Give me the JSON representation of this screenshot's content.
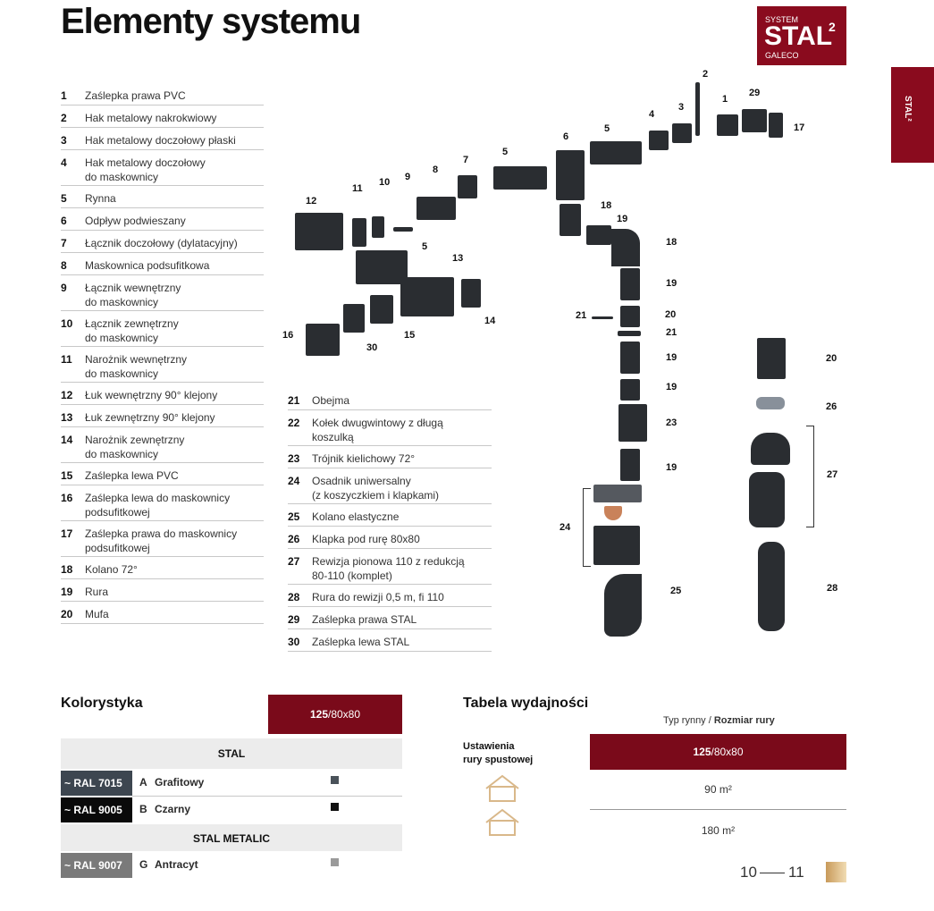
{
  "title": "Elementy systemu",
  "logo": {
    "system": "SYSTEM",
    "name": "STAL",
    "superscript": "2",
    "brand": "GALECO"
  },
  "side_tab": "STAL²",
  "legend_left": [
    {
      "n": "1",
      "t": "Zaślepka prawa PVC"
    },
    {
      "n": "2",
      "t": "Hak metalowy nakrokwiowy"
    },
    {
      "n": "3",
      "t": "Hak metalowy doczołowy płaski"
    },
    {
      "n": "4",
      "t": "Hak metalowy doczołowy",
      "t2": "do maskownicy"
    },
    {
      "n": "5",
      "t": "Rynna"
    },
    {
      "n": "6",
      "t": "Odpływ podwieszany"
    },
    {
      "n": "7",
      "t": "Łącznik doczołowy (dylatacyjny)"
    },
    {
      "n": "8",
      "t": "Maskownica podsufitkowa"
    },
    {
      "n": "9",
      "t": "Łącznik wewnętrzny",
      "t2": "do maskownicy"
    },
    {
      "n": "10",
      "t": "Łącznik zewnętrzny",
      "t2": "do maskownicy"
    },
    {
      "n": "11",
      "t": "Narożnik wewnętrzny",
      "t2": "do maskownicy"
    },
    {
      "n": "12",
      "t": "Łuk wewnętrzny 90° klejony"
    },
    {
      "n": "13",
      "t": "Łuk zewnętrzny 90° klejony"
    },
    {
      "n": "14",
      "t": "Narożnik zewnętrzny",
      "t2": "do maskownicy"
    },
    {
      "n": "15",
      "t": "Zaślepka lewa PVC"
    },
    {
      "n": "16",
      "t": "Zaślepka lewa do maskownicy",
      "t2": "podsufitkowej"
    },
    {
      "n": "17",
      "t": "Zaślepka prawa do maskownicy",
      "t2": "podsufitkowej"
    },
    {
      "n": "18",
      "t": "Kolano 72°"
    },
    {
      "n": "19",
      "t": "Rura"
    },
    {
      "n": "20",
      "t": "Mufa"
    }
  ],
  "legend_mid": [
    {
      "n": "21",
      "t": "Obejma"
    },
    {
      "n": "22",
      "t": "Kołek dwugwintowy z długą",
      "t2": "koszulką"
    },
    {
      "n": "23",
      "t": "Trójnik kielichowy 72°"
    },
    {
      "n": "24",
      "t": "Osadnik uniwersalny",
      "t2": "(z koszyczkiem i klapkami)"
    },
    {
      "n": "25",
      "t": "Kolano elastyczne"
    },
    {
      "n": "26",
      "t": "Klapka pod rurę 80x80"
    },
    {
      "n": "27",
      "t": "Rewizja pionowa 110 z redukcją",
      "t2": "80-110 (komplet)"
    },
    {
      "n": "28",
      "t": "Rura do rewizji 0,5 m, fi 110"
    },
    {
      "n": "29",
      "t": "Zaślepka prawa STAL"
    },
    {
      "n": "30",
      "t": "Zaślepka lewa STAL"
    }
  ],
  "diagram_labels": [
    "2",
    "1",
    "29",
    "17",
    "4",
    "3",
    "5",
    "6",
    "7",
    "5",
    "8",
    "9",
    "10",
    "11",
    "12",
    "18",
    "19",
    "18",
    "5",
    "13",
    "19",
    "21",
    "20",
    "21",
    "19",
    "16",
    "30",
    "15",
    "14",
    "19",
    "23",
    "19",
    "24",
    "25",
    "20",
    "26",
    "27",
    "28"
  ],
  "colors_section": {
    "heading": "Kolorystyka",
    "size_label_bold": "125",
    "size_label_rest": "/80x80",
    "group1": "STAL",
    "group2": "STAL METALIC",
    "rows": [
      {
        "code": "~ RAL 7015",
        "letter": "A",
        "name": "Grafitowy",
        "code_bg": "#3d4650",
        "swatch": "#4a525a"
      },
      {
        "code": "~ RAL 9005",
        "letter": "B",
        "name": "Czarny",
        "code_bg": "#0a0a0a",
        "swatch": "#111111"
      },
      {
        "code": "~ RAL 9007",
        "letter": "G",
        "name": "Antracyt",
        "code_bg": "#7a7a7a",
        "swatch": "#9a9a9a"
      }
    ]
  },
  "capacity": {
    "heading": "Tabela wydajności",
    "col_hint_a": "Typ rynny / ",
    "col_hint_b": "Rozmiar rury",
    "row_head_1": "Ustawienia",
    "row_head_2": "rury spustowej",
    "size_bold": "125",
    "size_rest": "/80x80",
    "value_1": "90 m²",
    "value_2": "180 m²"
  },
  "page_numbers": {
    "left": "10",
    "right": "11"
  }
}
